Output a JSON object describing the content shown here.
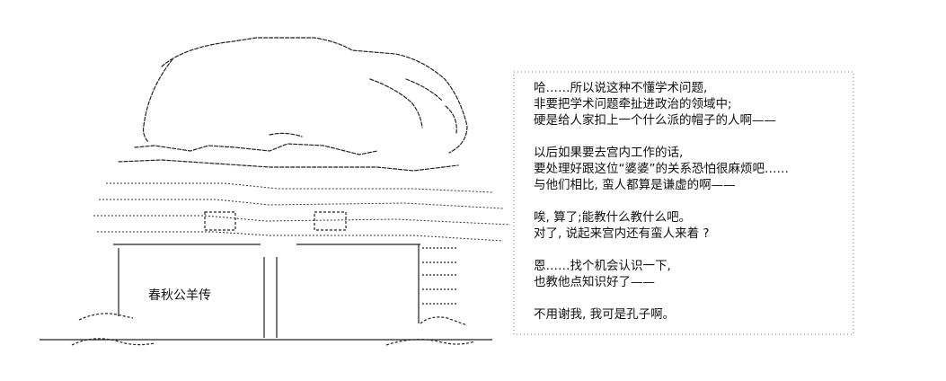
{
  "art": {
    "book_title": "春秋公羊传"
  },
  "dialogue": {
    "lines": [
      "哈……所以说这种不懂学术问题,",
      "非要把学术问题牵扯进政治的领域中;",
      "硬是给人家扣上一个什么派的帽子的人啊——",
      "以后如果要去宫内工作的话,",
      "要处理好跟这位“婆婆”的关系恐怕很麻烦吧……",
      "与他们相比, 蛮人都算是谦虚的啊——",
      "唉, 算了;能教什么教什么吧。",
      "对了, 说起来宫内还有蛮人来着 ?",
      "恩……找个机会认识一下,",
      "也教他点知识好了——",
      "不用谢我, 我可是孔子啊。"
    ]
  }
}
